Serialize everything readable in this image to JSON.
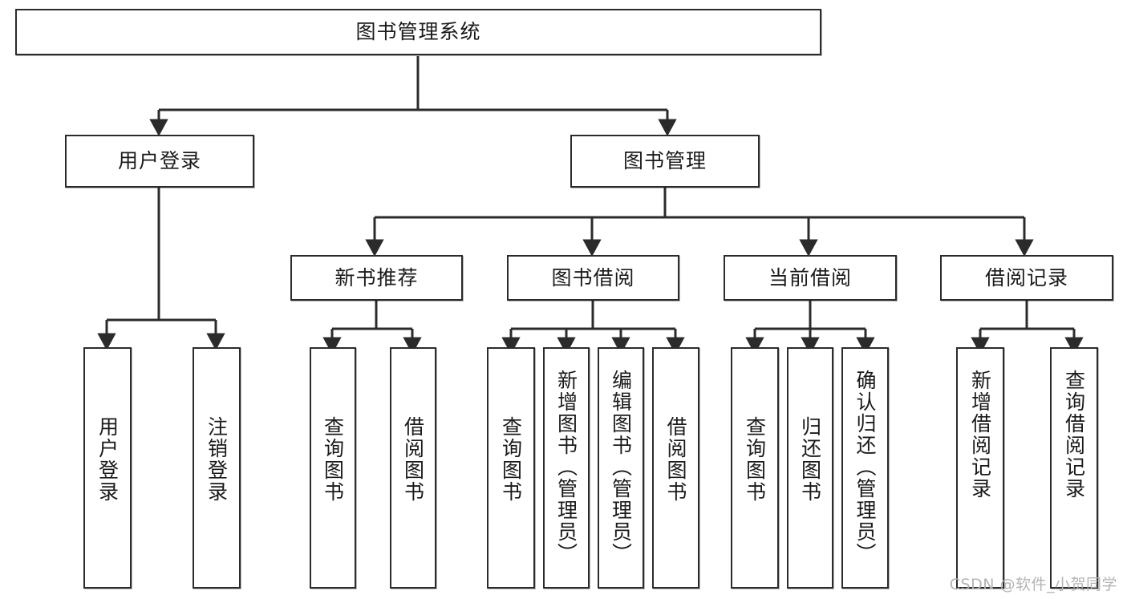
{
  "diagram": {
    "title": "图书管理系统",
    "type": "tree-hierarchy-diagram",
    "root": {
      "label": "图书管理系统"
    },
    "level2": [
      {
        "label": "用户登录"
      },
      {
        "label": "图书管理"
      }
    ],
    "level3": [
      {
        "label": "新书推荐"
      },
      {
        "label": "图书借阅"
      },
      {
        "label": "当前借阅"
      },
      {
        "label": "借阅记录"
      }
    ],
    "leaves": {
      "user_login": [
        {
          "label": "用户登录"
        },
        {
          "label": "注销登录"
        }
      ],
      "new_book_recommend": [
        {
          "label": "查询图书"
        },
        {
          "label": "借阅图书"
        }
      ],
      "book_borrow": [
        {
          "label": "查询图书"
        },
        {
          "label": "新增图书（管理员）"
        },
        {
          "label": "编辑图书（管理员）"
        },
        {
          "label": "借阅图书"
        }
      ],
      "current_borrow": [
        {
          "label": "查询图书"
        },
        {
          "label": "归还图书"
        },
        {
          "label": "确认归还（管理员）"
        }
      ],
      "borrow_record": [
        {
          "label": "新增借阅记录"
        },
        {
          "label": "查询借阅记录"
        }
      ]
    }
  },
  "watermark": {
    "text": "CSDN @软件_小贺同学"
  },
  "colors": {
    "border": "#2b2b2b",
    "background": "#ffffff",
    "text": "#1a1a1a",
    "watermark": "#b4b4b4"
  }
}
